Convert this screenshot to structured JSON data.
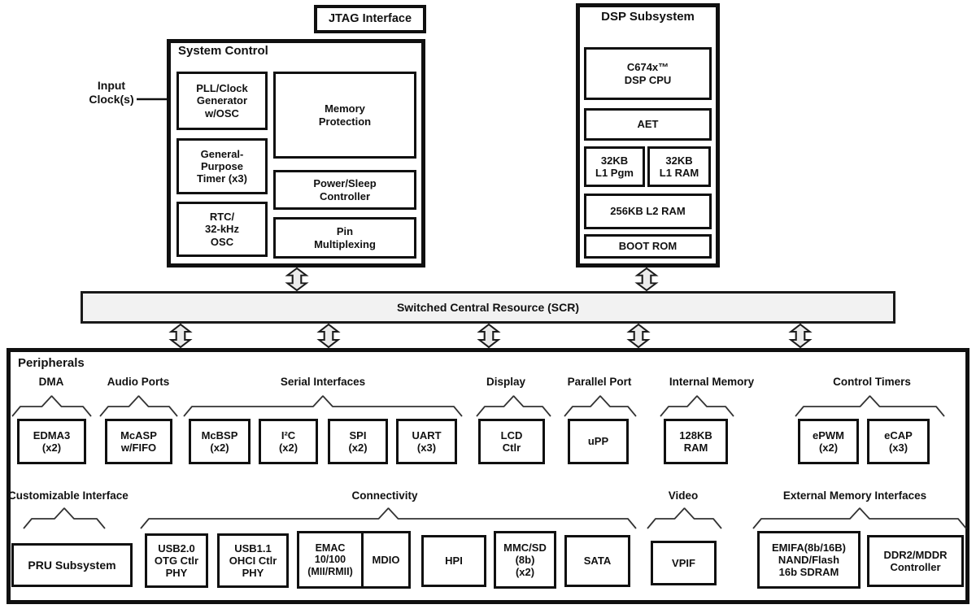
{
  "jtag": {
    "label": "JTAG Interface"
  },
  "input_clock": {
    "label": "Input\nClock(s)"
  },
  "system_control": {
    "title": "System Control",
    "pll": "PLL/Clock\nGenerator\nw/OSC",
    "gp_timer": "General-\nPurpose\nTimer (x3)",
    "rtc": "RTC/\n32-kHz\nOSC",
    "memory_protection": "Memory\nProtection",
    "power_sleep": "Power/Sleep\nController",
    "pin_mux": "Pin\nMultiplexing"
  },
  "dsp_subsystem": {
    "title": "DSP Subsystem",
    "cpu": "C674x™\nDSP CPU",
    "aet": "AET",
    "l1_pgm": "32KB\nL1 Pgm",
    "l1_ram": "32KB\nL1 RAM",
    "l2_ram": "256KB L2 RAM",
    "boot_rom": "BOOT ROM"
  },
  "scr": {
    "label": "Switched Central Resource (SCR)"
  },
  "peripherals": {
    "title": "Peripherals",
    "headers": {
      "dma": "DMA",
      "audio": "Audio Ports",
      "serial": "Serial Interfaces",
      "display": "Display",
      "parallel": "Parallel Port",
      "internal_memory": "Internal Memory",
      "control_timers": "Control Timers",
      "customizable": "Customizable Interface",
      "connectivity": "Connectivity",
      "video": "Video",
      "ext_memory": "External Memory Interfaces"
    },
    "boxes": {
      "edma3": "EDMA3\n(x2)",
      "mcasp": "McASP\nw/FIFO",
      "mcbsp": "McBSP\n(x2)",
      "i2c": "I²C\n(x2)",
      "spi": "SPI\n(x2)",
      "uart": "UART\n(x3)",
      "lcd": "LCD\nCtlr",
      "upp": "uPP",
      "ram128": "128KB\nRAM",
      "epwm": "ePWM\n(x2)",
      "ecap": "eCAP\n(x3)",
      "pru": "PRU Subsystem",
      "usb20": "USB2.0\nOTG Ctlr\nPHY",
      "usb11": "USB1.1\nOHCI Ctlr\nPHY",
      "emac": "EMAC\n10/100\n(MII/RMII)",
      "mdio": "MDIO",
      "hpi": "HPI",
      "mmcsd": "MMC/SD\n(8b)\n(x2)",
      "sata": "SATA",
      "vpif": "VPIF",
      "emifa": "EMIFA(8b/16B)\nNAND/Flash\n16b SDRAM",
      "ddr2": "DDR2/MDDR\nController"
    }
  },
  "colors": {
    "line": "#111111",
    "scr_fill": "#f2f2f2",
    "arrow_fill": "#ececec"
  }
}
